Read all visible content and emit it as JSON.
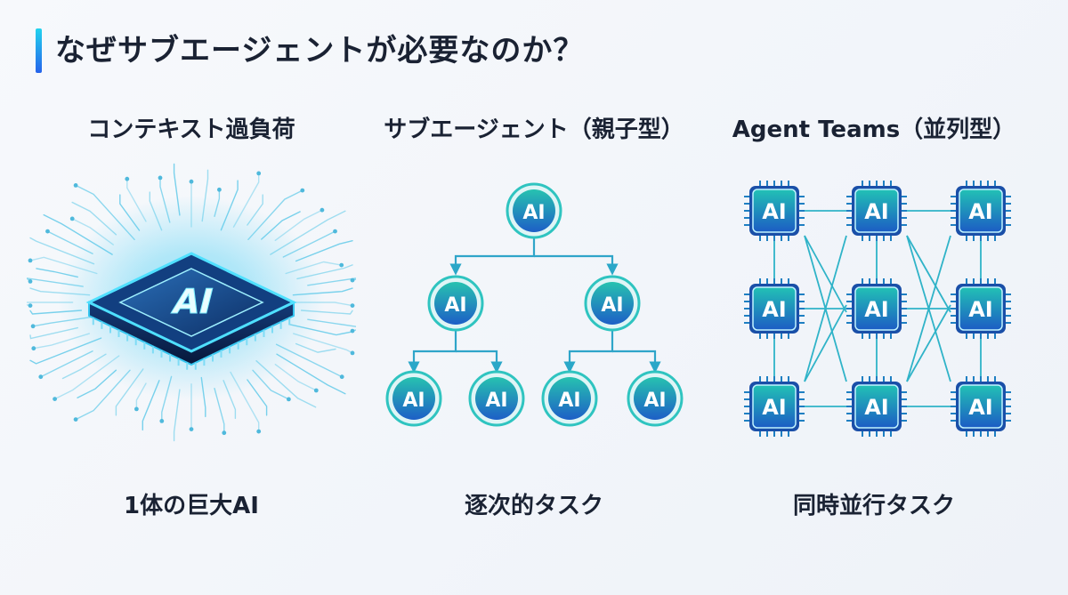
{
  "header": {
    "title": "なぜサブエージェントが必要なのか？"
  },
  "columns": [
    {
      "title": "コンテキスト過負荷",
      "caption": "1体の巨大AI",
      "icon": "ai-chip-icon"
    },
    {
      "title": "サブエージェント（親子型）",
      "caption": "逐次的タスク",
      "icon": "hierarchy-icon"
    },
    {
      "title": "Agent Teams（並列型）",
      "caption": "同時並行タスク",
      "icon": "mesh-network-icon"
    }
  ],
  "node_label": "AI",
  "colors": {
    "accent_cyan": "#22d3ee",
    "accent_blue": "#2563eb",
    "node_teal": "#1fb7b0",
    "node_blue": "#1e63c8",
    "title_text": "#1a2233"
  }
}
